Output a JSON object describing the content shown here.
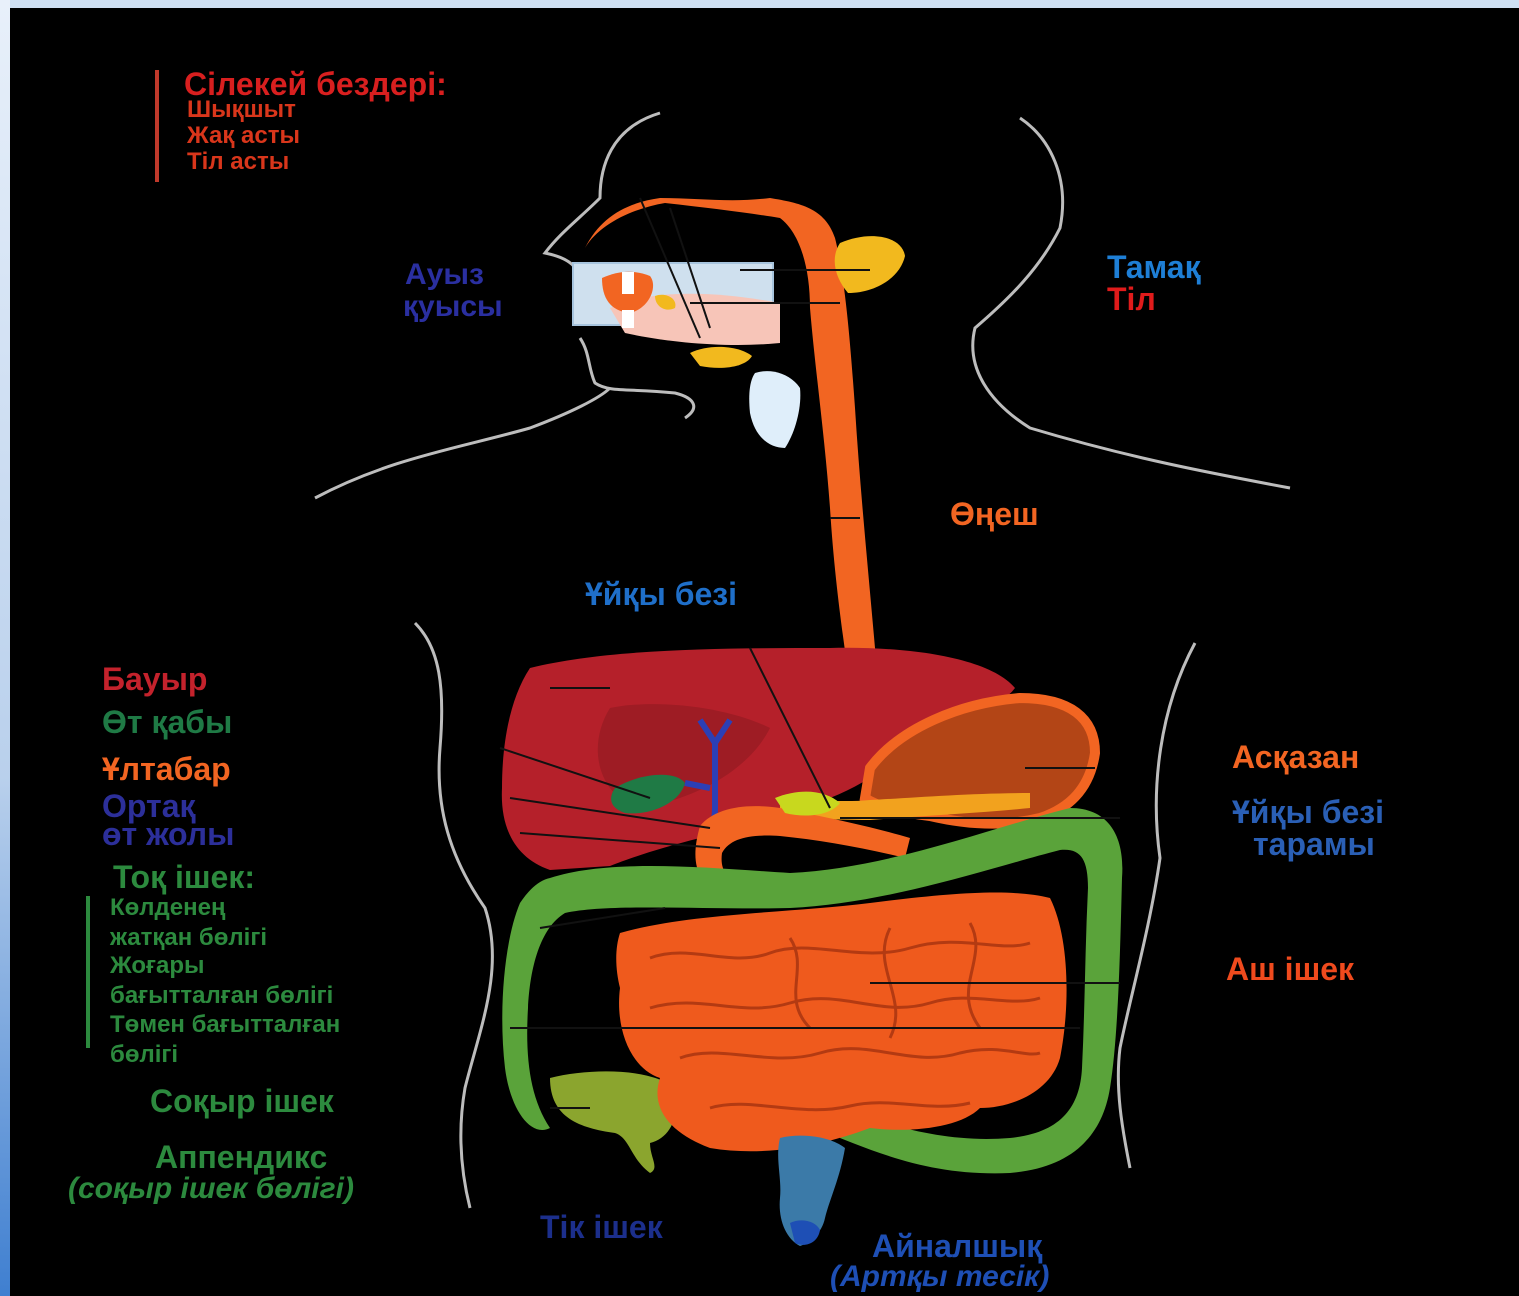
{
  "colors": {
    "background": "#000000",
    "salivary": "#d81f1f",
    "mouth": "#2a2fa0",
    "throat": "#1e7fd6",
    "tongue": "#e01b1b",
    "esophagus": "#f26522",
    "pancreas": "#1f6fc9",
    "liver": "#c4222c",
    "gallbladder": "#1f7a45",
    "duodenum": "#f26522",
    "bile_duct": "#2c2f9a",
    "colon": "#2c8a3e",
    "stomach": "#f26522",
    "pancreatic_duct": "#2a5fb5",
    "small_intestine": "#ef4a1d",
    "cecum": "#2c8a3e",
    "appendix": "#2c8a3e",
    "rectum": "#1c2f8c",
    "anus": "#1e4fb5"
  },
  "labels": {
    "salivary_glands": {
      "title": "Сілекей бездері:",
      "items": [
        "Шықшыт",
        "Жақ асты",
        "Тіл асты"
      ]
    },
    "mouth": [
      "Ауыз",
      "қуысы"
    ],
    "throat": "Тамақ",
    "tongue": "Тіл",
    "esophagus": "Өңеш",
    "pancreas": "Ұйқы безі",
    "liver": "Бауыр",
    "gallbladder": "Өт қабы",
    "duodenum": "Ұлтабар",
    "bile_duct": [
      "Ортақ",
      "өт жолы"
    ],
    "colon": {
      "title": "Тоқ ішек:",
      "items": [
        "Көлденең",
        "жатқан бөлігі",
        "Жоғары",
        "бағытталған бөлігі",
        "Төмен бағытталған",
        "бөлігі"
      ]
    },
    "cecum": "Соқыр ішек",
    "appendix": [
      "Аппендикс",
      "(соқыр ішек бөлігі)"
    ],
    "rectum": "Тік ішек",
    "anus": [
      "Айналшық",
      "(Артқы тесік)"
    ],
    "stomach": "Асқазан",
    "pancreatic_duct": [
      "Ұйқы безі",
      "тарамы"
    ],
    "small_intestine": "Аш ішек"
  }
}
